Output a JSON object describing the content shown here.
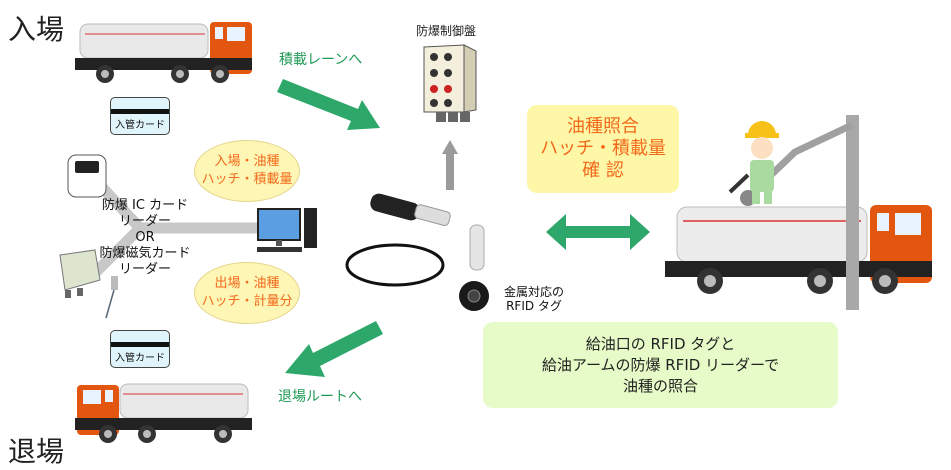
{
  "labels": {
    "entry": "入場",
    "exit": "退場",
    "to_loading_lane": "積載レーンへ",
    "to_exit_route": "退場ルートへ",
    "control_panel": "防爆制御盤",
    "card_top": "入管カード",
    "card_bottom": "入管カード",
    "reader_lines": [
      "防爆 IC カード",
      "リーダー",
      "OR",
      "防爆磁気カード",
      "リーダー"
    ],
    "rfid_tag_lines": [
      "金属対応の",
      "RFID タグ"
    ]
  },
  "bubbles": {
    "top": [
      "入場・油種",
      "ハッチ・積載量"
    ],
    "bottom": [
      "出場・油種",
      "ハッチ・計量分"
    ]
  },
  "yellow_box": [
    "油種照合",
    "ハッチ・積載量",
    "確 認"
  ],
  "green_box": [
    "給油口の RFID タグと",
    "給油アームの防爆 RFID リーダーで",
    "油種の照合"
  ],
  "colors": {
    "arrow_green": "#2ea86a",
    "arrow_gray": "#9a9a9a",
    "truck_cab": "#e2560f",
    "bubble_text": "#f26a1b",
    "bubble_fill": "#fdf6b4",
    "yellow_box": "#fff7a8",
    "green_box": "#e6fbc7",
    "connector_gray": "#c8c8c8"
  },
  "icons": [
    "tanker-truck-icon",
    "id-card-icon",
    "ic-card-reader-icon",
    "magnetic-card-reader-icon",
    "desktop-computer-icon",
    "control-panel-icon",
    "rfid-reader-icon",
    "rfid-tag-icon",
    "worker-icon",
    "loading-arm-icon"
  ]
}
